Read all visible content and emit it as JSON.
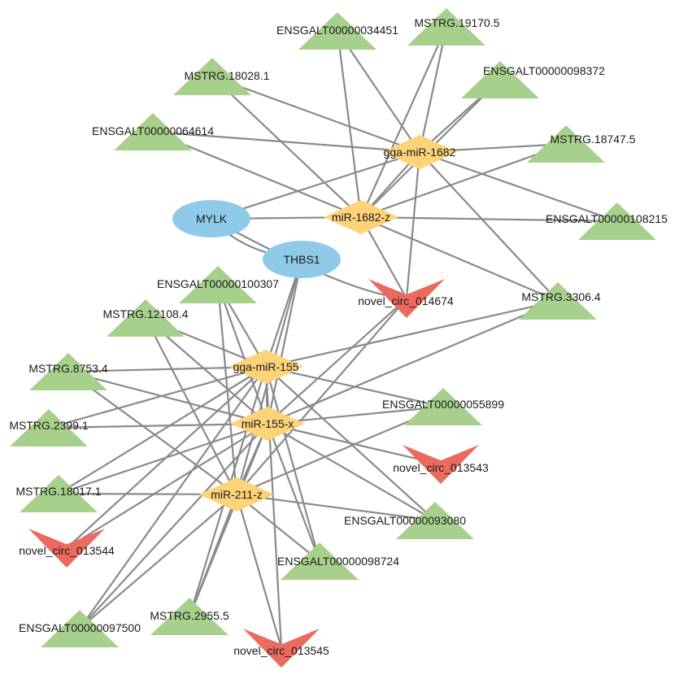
{
  "colors": {
    "lncrna": "#a8d08d",
    "mirna": "#fdd37a",
    "mrna": "#8fcbe8",
    "circrna": "#ea6a5f",
    "edge": "#8a8a8a"
  },
  "nodes": [
    {
      "id": "n1682",
      "label": "gga-miR-1682",
      "kind": "mirna"
    },
    {
      "id": "n1682z",
      "label": "miR-1682-z",
      "kind": "mirna"
    },
    {
      "id": "n155",
      "label": "gga-miR-155",
      "kind": "mirna"
    },
    {
      "id": "n155x",
      "label": "miR-155-x",
      "kind": "mirna"
    },
    {
      "id": "n211z",
      "label": "miR-211-z",
      "kind": "mirna"
    },
    {
      "id": "mylk",
      "label": "MYLK",
      "kind": "mrna"
    },
    {
      "id": "thbs1",
      "label": "THBS1",
      "kind": "mrna"
    },
    {
      "id": "e34451",
      "label": "ENSGALT00000034451",
      "kind": "lncrna"
    },
    {
      "id": "m19170",
      "label": "MSTRG.19170.5",
      "kind": "lncrna"
    },
    {
      "id": "e98372",
      "label": "ENSGALT00000098372",
      "kind": "lncrna"
    },
    {
      "id": "m18028",
      "label": "MSTRG.18028.1",
      "kind": "lncrna"
    },
    {
      "id": "e64614",
      "label": "ENSGALT00000064614",
      "kind": "lncrna"
    },
    {
      "id": "m18747",
      "label": "MSTRG.18747.5",
      "kind": "lncrna"
    },
    {
      "id": "e108215",
      "label": "ENSGALT00000108215",
      "kind": "lncrna"
    },
    {
      "id": "m3306",
      "label": "MSTRG.3306.4",
      "kind": "lncrna"
    },
    {
      "id": "e100307",
      "label": "ENSGALT00000100307",
      "kind": "lncrna"
    },
    {
      "id": "m12108",
      "label": "MSTRG.12108.4",
      "kind": "lncrna"
    },
    {
      "id": "m8753",
      "label": "MSTRG.8753.4",
      "kind": "lncrna"
    },
    {
      "id": "m2399",
      "label": "MSTRG.2399.1",
      "kind": "lncrna"
    },
    {
      "id": "e55899",
      "label": "ENSGALT00000055899",
      "kind": "lncrna"
    },
    {
      "id": "m18017",
      "label": "MSTRG.18017.1",
      "kind": "lncrna"
    },
    {
      "id": "e93080",
      "label": "ENSGALT00000093080",
      "kind": "lncrna"
    },
    {
      "id": "e98724",
      "label": "ENSGALT00000098724",
      "kind": "lncrna"
    },
    {
      "id": "e97500",
      "label": "ENSGALT00000097500",
      "kind": "lncrna"
    },
    {
      "id": "m2955",
      "label": "MSTRG.2955.5",
      "kind": "lncrna"
    },
    {
      "id": "c14674",
      "label": "novel_circ_014674",
      "kind": "circrna"
    },
    {
      "id": "c13543",
      "label": "novel_circ_013543",
      "kind": "circrna"
    },
    {
      "id": "c13544",
      "label": "novel_circ_013544",
      "kind": "circrna"
    },
    {
      "id": "c13545",
      "label": "novel_circ_013545",
      "kind": "circrna"
    }
  ],
  "edges": [
    [
      "n1682",
      "e34451"
    ],
    [
      "n1682",
      "m19170"
    ],
    [
      "n1682",
      "e98372"
    ],
    [
      "n1682",
      "m18028"
    ],
    [
      "n1682",
      "e64614"
    ],
    [
      "n1682",
      "m18747"
    ],
    [
      "n1682",
      "e108215"
    ],
    [
      "n1682",
      "m3306"
    ],
    [
      "n1682",
      "c14674"
    ],
    [
      "n1682",
      "mylk"
    ],
    [
      "n1682",
      "n1682z"
    ],
    [
      "n1682z",
      "e34451"
    ],
    [
      "n1682z",
      "m19170"
    ],
    [
      "n1682z",
      "e98372"
    ],
    [
      "n1682z",
      "m18028"
    ],
    [
      "n1682z",
      "e64614"
    ],
    [
      "n1682z",
      "m18747"
    ],
    [
      "n1682z",
      "e108215"
    ],
    [
      "n1682z",
      "m3306"
    ],
    [
      "n1682z",
      "c14674"
    ],
    [
      "n1682z",
      "mylk"
    ],
    [
      "mylk",
      "thbs1"
    ],
    [
      "mylk",
      "c14674"
    ],
    [
      "thbs1",
      "n155"
    ],
    [
      "thbs1",
      "n155x"
    ],
    [
      "thbs1",
      "n211z"
    ],
    [
      "c14674",
      "n155x"
    ],
    [
      "c14674",
      "n211z"
    ],
    [
      "m3306",
      "n155"
    ],
    [
      "m3306",
      "n155x"
    ],
    [
      "n155",
      "e100307"
    ],
    [
      "n155",
      "m12108"
    ],
    [
      "n155",
      "m8753"
    ],
    [
      "n155",
      "m2399"
    ],
    [
      "n155",
      "e55899"
    ],
    [
      "n155",
      "m18017"
    ],
    [
      "n155",
      "e93080"
    ],
    [
      "n155",
      "e98724"
    ],
    [
      "n155",
      "e97500"
    ],
    [
      "n155",
      "m2955"
    ],
    [
      "n155",
      "c13544"
    ],
    [
      "n155",
      "c13545"
    ],
    [
      "n155",
      "n155x"
    ],
    [
      "n155x",
      "e100307"
    ],
    [
      "n155x",
      "m12108"
    ],
    [
      "n155x",
      "m8753"
    ],
    [
      "n155x",
      "m2399"
    ],
    [
      "n155x",
      "e55899"
    ],
    [
      "n155x",
      "c13543"
    ],
    [
      "n155x",
      "m18017"
    ],
    [
      "n155x",
      "e93080"
    ],
    [
      "n155x",
      "e98724"
    ],
    [
      "n155x",
      "e97500"
    ],
    [
      "n155x",
      "m2955"
    ],
    [
      "n155x",
      "c13544"
    ],
    [
      "n155x",
      "n211z"
    ],
    [
      "n211z",
      "e100307"
    ],
    [
      "n211z",
      "m12108"
    ],
    [
      "n211z",
      "m8753"
    ],
    [
      "n211z",
      "m18017"
    ],
    [
      "n211z",
      "e93080"
    ],
    [
      "n211z",
      "e98724"
    ],
    [
      "n211z",
      "e97500"
    ],
    [
      "n211z",
      "m2955"
    ],
    [
      "n211z",
      "c13545"
    ],
    [
      "n211z",
      "e55899"
    ]
  ]
}
